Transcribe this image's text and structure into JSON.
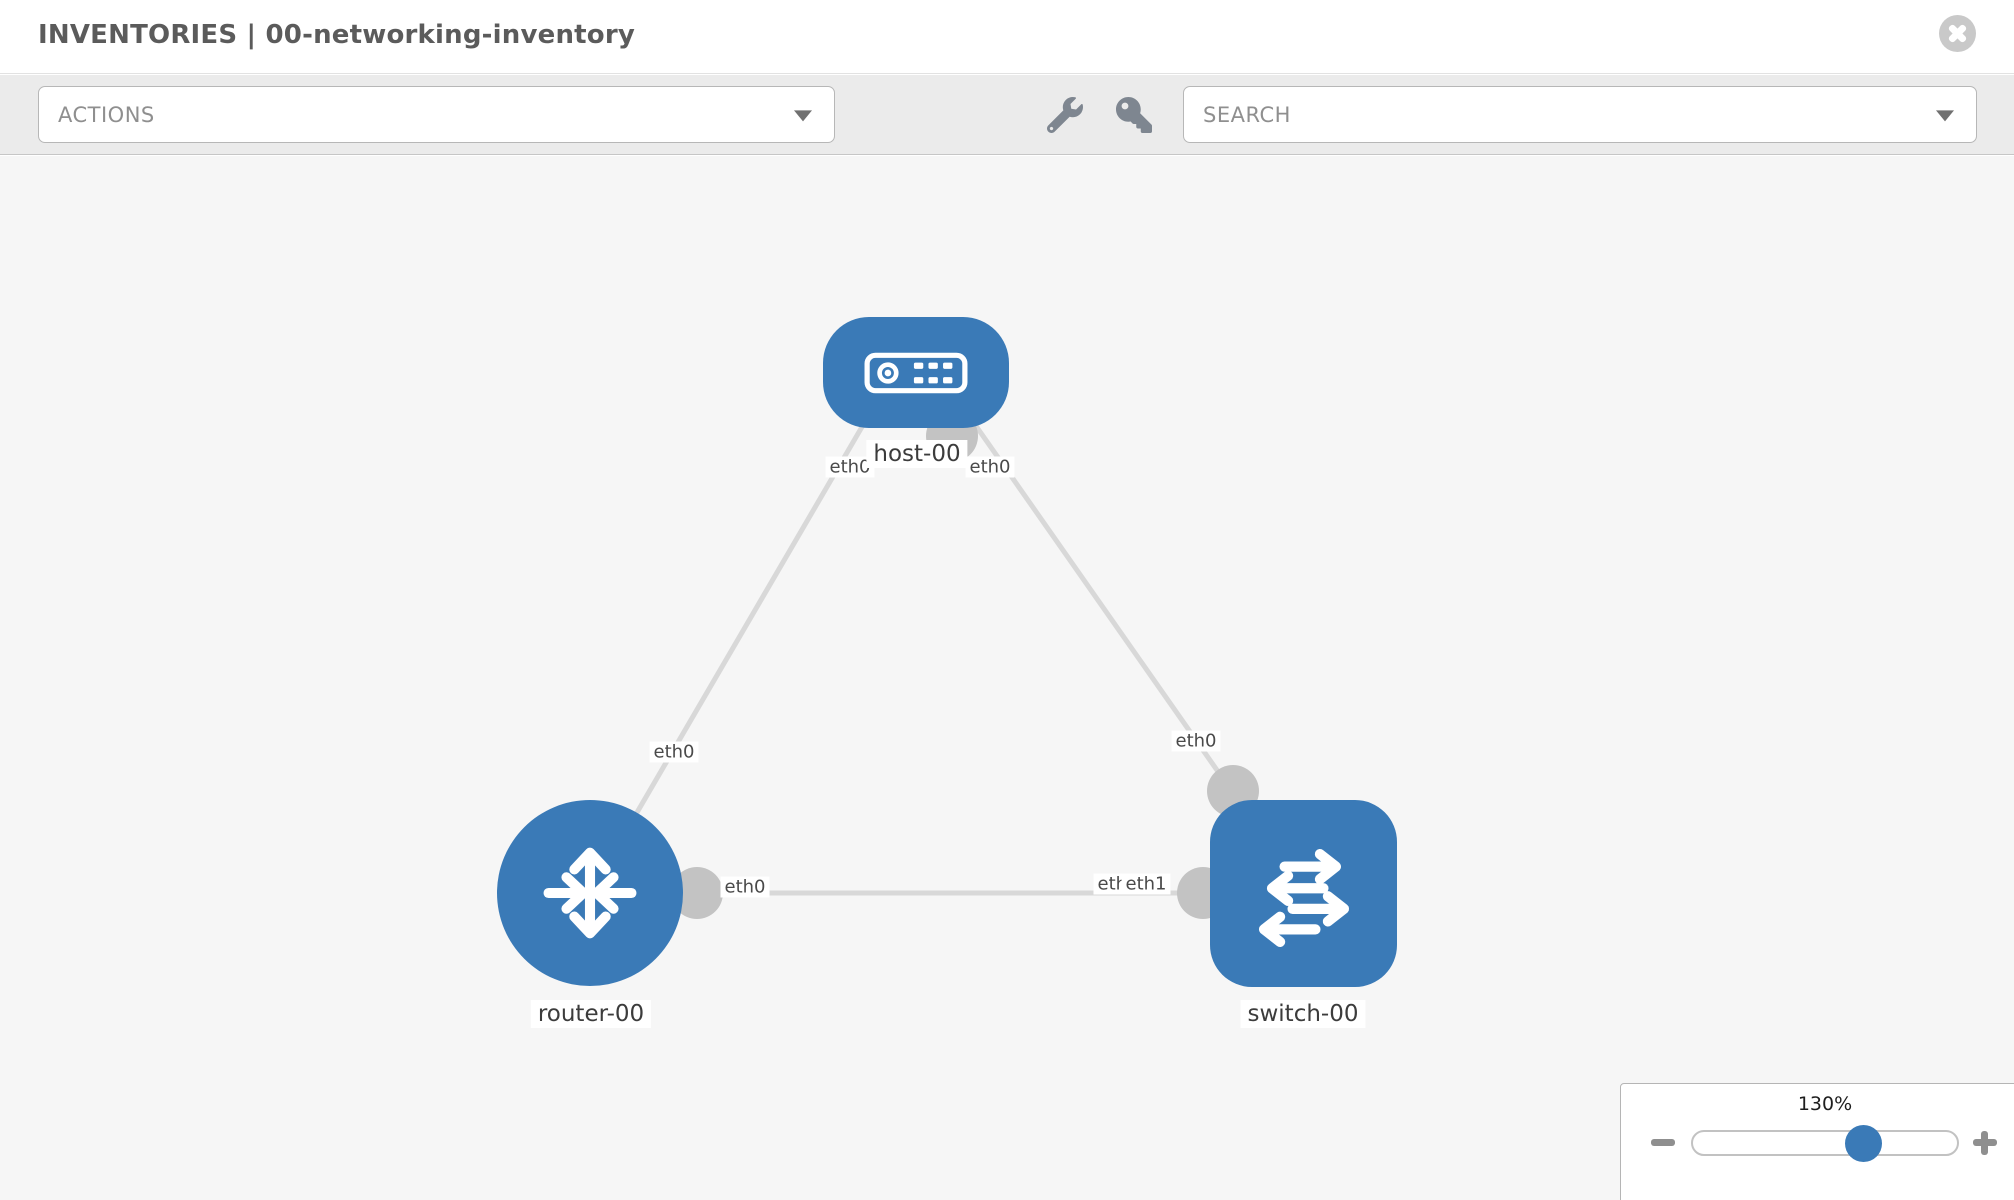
{
  "header": {
    "title": "INVENTORIES | 00-networking-inventory"
  },
  "toolbar": {
    "actions_label": "ACTIONS",
    "search_label": "SEARCH",
    "icons": [
      "wrench-icon",
      "key-icon"
    ]
  },
  "topology": {
    "nodes": [
      {
        "label": "host-00",
        "type": "host"
      },
      {
        "label": "router-00",
        "type": "router"
      },
      {
        "label": "switch-00",
        "type": "switch"
      }
    ],
    "links": [
      {
        "source": "host-00",
        "source_iface": "eth0",
        "target": "router-00",
        "target_iface": "eth0"
      },
      {
        "source": "host-00",
        "source_iface": "eth0",
        "target": "switch-00",
        "target_iface": "eth0"
      },
      {
        "source": "router-00",
        "source_iface": "eth0",
        "target": "switch-00",
        "target_iface": "eth1"
      }
    ],
    "iface_labels": [
      {
        "text": "eth0",
        "at": "host-00 end of host-router link"
      },
      {
        "text": "eth0",
        "at": "host-00 end of host-switch link"
      },
      {
        "text": "eth0",
        "at": "router-00 end of host-router link"
      },
      {
        "text": "eth0",
        "at": "router-00 end of router-switch link"
      },
      {
        "text": "eth0",
        "at": "switch-00 end of host-switch link"
      },
      {
        "text": "eth0",
        "at": "switch-00 end of router-switch link (partially covered)"
      },
      {
        "text": "eth1",
        "at": "switch-00 end of router-switch link"
      }
    ]
  },
  "zoom_panel": {
    "percent": "130%"
  },
  "colors": {
    "node_blue": "#3a7ab7",
    "link_gray": "#d8d8d8",
    "connector_gray": "#c3c3c3",
    "canvas_bg": "#f6f6f6",
    "toolbar_bg": "#ebebeb"
  }
}
